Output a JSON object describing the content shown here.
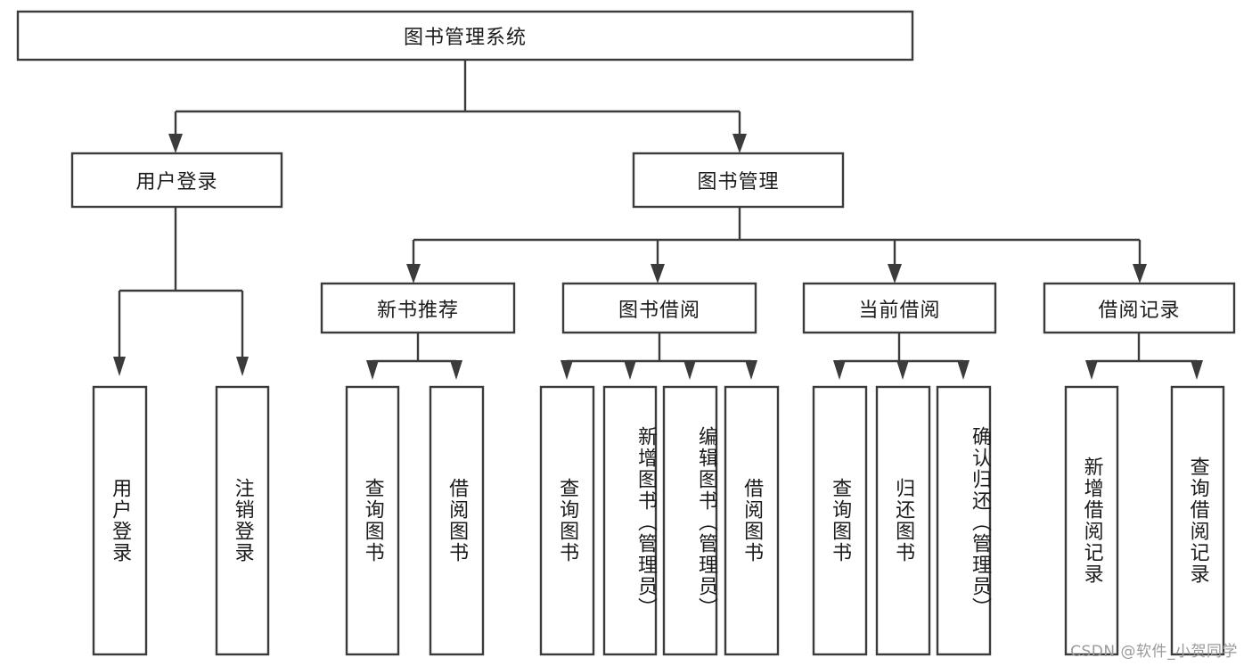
{
  "diagram": {
    "title": "图书管理系统",
    "type": "tree",
    "orientation": "top-down",
    "colors": {
      "box_fill": "#ffffff",
      "box_stroke": "#3b3b3b",
      "text": "#1b1b1b",
      "watermark": "#9a9a9a",
      "background": "#ffffff"
    },
    "root": {
      "label": "图书管理系统",
      "children": [
        {
          "label": "用户登录",
          "children": [
            {
              "label": "用户登录"
            },
            {
              "label": "注销登录"
            }
          ]
        },
        {
          "label": "图书管理",
          "children": [
            {
              "label": "新书推荐",
              "children": [
                {
                  "label": "查询图书"
                },
                {
                  "label": "借阅图书"
                }
              ]
            },
            {
              "label": "图书借阅",
              "children": [
                {
                  "label": "查询图书"
                },
                {
                  "label": "新增图书（管理员）"
                },
                {
                  "label": "编辑图书（管理员）"
                },
                {
                  "label": "借阅图书"
                }
              ]
            },
            {
              "label": "当前借阅",
              "children": [
                {
                  "label": "查询图书"
                },
                {
                  "label": "归还图书"
                },
                {
                  "label": "确认归还（管理员）"
                }
              ]
            },
            {
              "label": "借阅记录",
              "children": [
                {
                  "label": "新增借阅记录"
                },
                {
                  "label": "查询借阅记录"
                }
              ]
            }
          ]
        }
      ]
    },
    "nodes": {
      "root": "图书管理系统",
      "l1_user_login": "用户登录",
      "l1_book_mgmt": "图书管理",
      "l2_new_book_rec": "新书推荐",
      "l2_book_borrow": "图书借阅",
      "l2_current_borrow": "当前借阅",
      "l2_borrow_record": "借阅记录",
      "leaf_user_login": "用户登录",
      "leaf_logout": "注销登录",
      "leaf_query_book_1": "查询图书",
      "leaf_borrow_book_1": "借阅图书",
      "leaf_query_book_2": "查询图书",
      "leaf_add_book": "新增图书（管理员）",
      "leaf_edit_book": "编辑图书（管理员）",
      "leaf_borrow_book_2": "借阅图书",
      "leaf_query_book_3": "查询图书",
      "leaf_return_book": "归还图书",
      "leaf_confirm_return": "确认归还（管理员）",
      "leaf_add_record": "新增借阅记录",
      "leaf_query_record": "查询借阅记录"
    }
  },
  "watermark": {
    "text": "CSDN @软件_小贺同学"
  }
}
